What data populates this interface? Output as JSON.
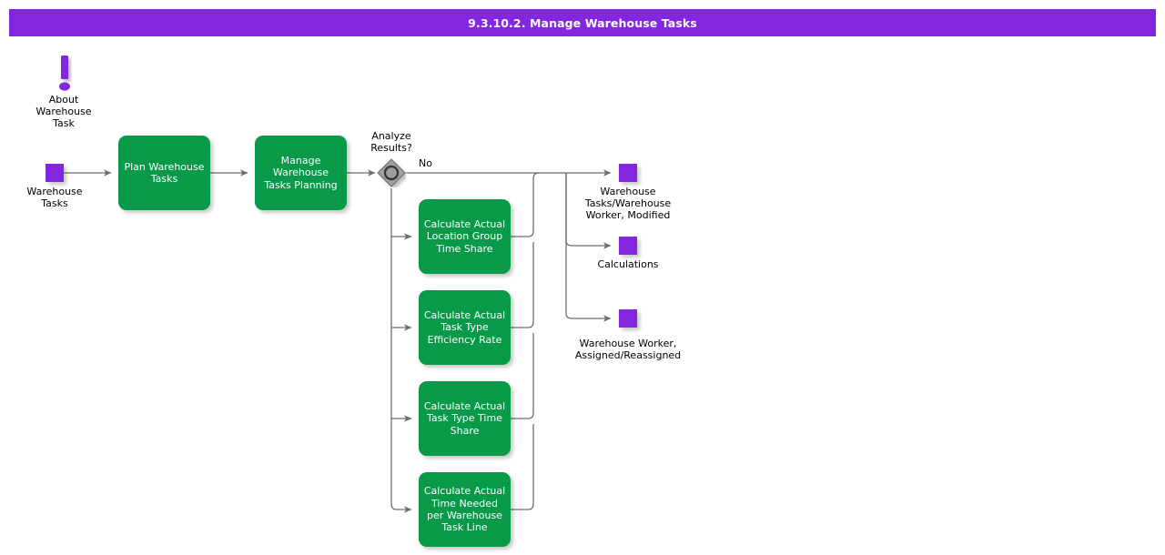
{
  "header": {
    "title": "9.3.10.2. Manage Warehouse Tasks",
    "bg_color": "#8226E0",
    "text_color": "#ffffff"
  },
  "colors": {
    "task_green": "#089949",
    "node_purple": "#8226E0",
    "gateway_gray": "#9E9E9E",
    "connector": "#6E6E6E",
    "text": "#000000"
  },
  "annotations": {
    "info": {
      "icon": "exclamation-icon",
      "label": "About\nWarehouse\nTask"
    }
  },
  "start_nodes": [
    {
      "id": "warehouse-tasks",
      "icon": "purple-square-icon",
      "label": "Warehouse\nTasks"
    }
  ],
  "tasks": [
    {
      "id": "plan-warehouse-tasks",
      "label": "Plan\nWarehouse\nTasks"
    },
    {
      "id": "manage-warehouse-tasks-planning",
      "label": "Manage\nWarehouse\nTasks Planning"
    },
    {
      "id": "calc-location-group-time-share",
      "label": "Calculate Actual\nLocation Group\nTime Share"
    },
    {
      "id": "calc-task-type-efficiency-rate",
      "label": "Calculate Actual\nTask Type\nEfficiency Rate"
    },
    {
      "id": "calc-task-type-time-share",
      "label": "Calculate Actual\nTask Type Time\nShare"
    },
    {
      "id": "calc-time-needed-per-task-line",
      "label": "Calculate Actual\nTime Needed per\nWarehouse Task\nLine"
    }
  ],
  "gateway": {
    "id": "analyze-results-gateway",
    "type": "event-based",
    "label": "Analyze\nResults?",
    "branch_labels": [
      "No"
    ]
  },
  "end_nodes": [
    {
      "id": "warehouse-tasks-warehouse-worker-modified",
      "icon": "purple-square-icon",
      "label": "Warehouse\nTasks/Warehouse\nWorker, Modified"
    },
    {
      "id": "calculations",
      "icon": "purple-square-icon",
      "label": "Calculations"
    },
    {
      "id": "warehouse-worker-assigned-reassigned",
      "icon": "purple-square-icon",
      "label": "Warehouse Worker,\nAssigned/Reassigned"
    }
  ]
}
